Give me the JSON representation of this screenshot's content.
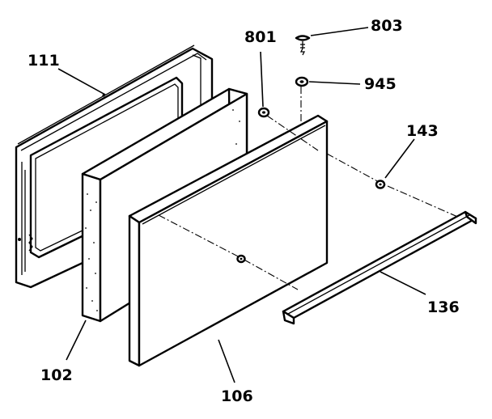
{
  "labels": {
    "p111": "111",
    "p102": "102",
    "p106": "106",
    "p136": "136",
    "p143": "143",
    "p801": "801",
    "p803": "803",
    "p945": "945"
  },
  "colors": {
    "ink": "#000000",
    "paper": "#ffffff"
  }
}
